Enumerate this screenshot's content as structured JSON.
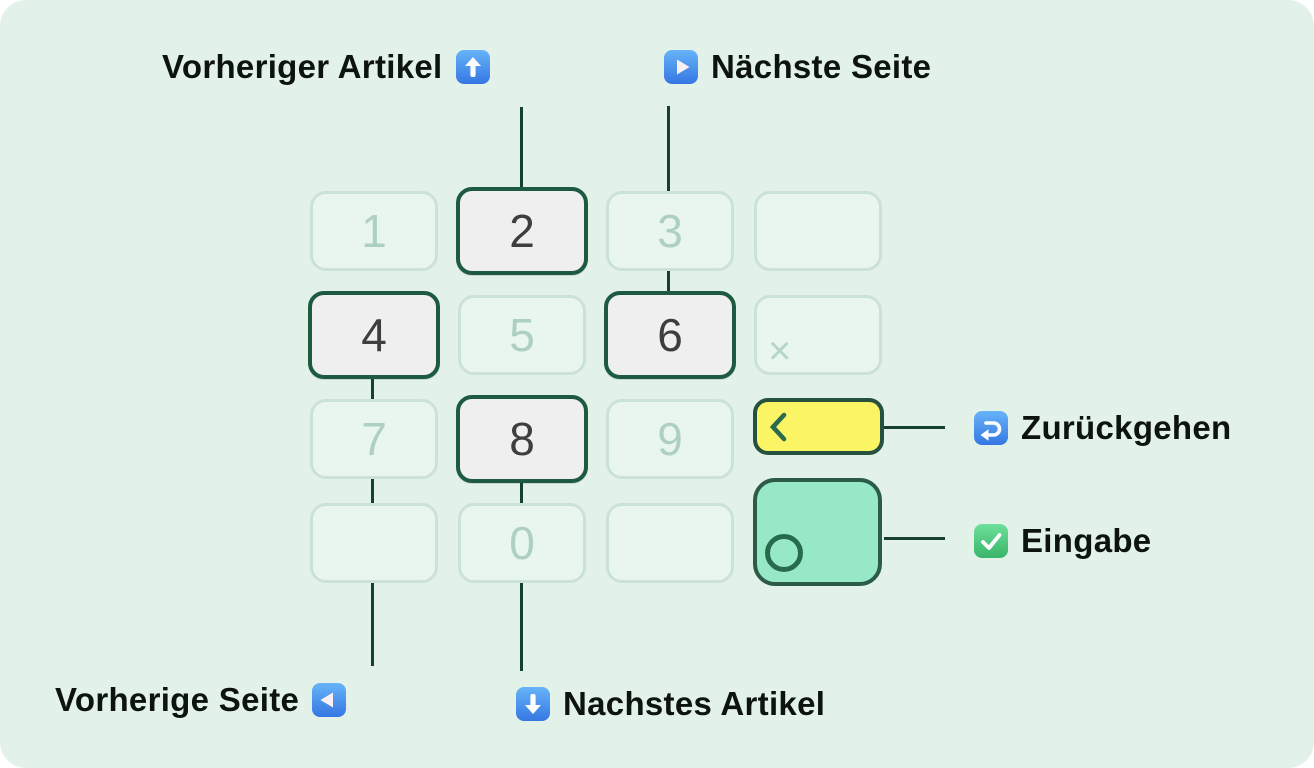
{
  "labels": {
    "prev_article": "Vorheriger Artikel",
    "next_page": "Nächste Seite",
    "back": "Zurückgehen",
    "enter": "Eingabe",
    "prev_page": "Vorherige Seite",
    "next_article": "Nachstes Artikel"
  },
  "icons": {
    "prev_article": "up-arrow-button-emoji",
    "next_page": "play-button-emoji",
    "back": "return-arrow-button-emoji",
    "enter": "check-mark-button-emoji",
    "prev_page": "reverse-button-emoji",
    "next_article": "down-arrow-button-emoji"
  },
  "keypad": {
    "digits": {
      "k1": "1",
      "k2": "2",
      "k3": "3",
      "k4": "4",
      "k5": "5",
      "k6": "6",
      "k7": "7",
      "k8": "8",
      "k9": "9",
      "k0": "0",
      "multiply": "×"
    },
    "highlighted_keys": [
      "2",
      "4",
      "6",
      "8"
    ],
    "special_keys": [
      "back-chevron-yellow",
      "enter-circle-green"
    ]
  },
  "colors": {
    "background": "#e2f2e9",
    "key_fill_faint": "#e9f6ef",
    "key_border_faint": "#cbe2d6",
    "key_text_faint": "#aed0c0",
    "key_fill_active": "#f0efef",
    "key_border_active": "#1e5a41",
    "key_text_active": "#3e3e3e",
    "back_key_fill": "#fbf464",
    "enter_key_fill": "#97e8c6",
    "connector_line": "#16412e",
    "label_text": "#0d1410",
    "emoji_blue": "#4a95ef",
    "emoji_green": "#4cc779"
  }
}
